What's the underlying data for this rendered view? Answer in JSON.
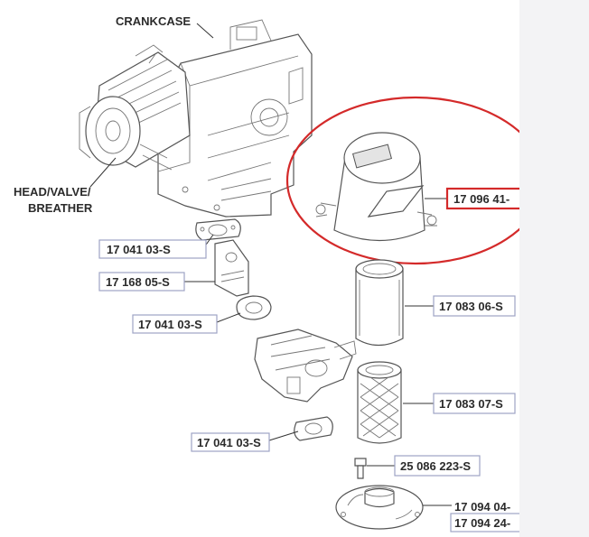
{
  "labels": {
    "crankcase": "CRANKCASE",
    "head_line1": "HEAD/VALVE/",
    "head_line2": "BREATHER"
  },
  "parts": [
    {
      "number": "17 041 03-S",
      "highlighted": false
    },
    {
      "number": "17 168 05-S",
      "highlighted": false
    },
    {
      "number": "17 041 03-S",
      "highlighted": false
    },
    {
      "number": "17 096 41-",
      "highlighted": true
    },
    {
      "number": "17 083 06-S",
      "highlighted": false
    },
    {
      "number": "17 083 07-S",
      "highlighted": false
    },
    {
      "number": "17 041 03-S",
      "highlighted": false
    },
    {
      "number": "25 086 223-S",
      "highlighted": false
    },
    {
      "number": "17 094 04-",
      "highlighted": false
    },
    {
      "number": "17 094 24-",
      "highlighted": false
    }
  ],
  "colors": {
    "highlight": "#d42a2a",
    "label_box": "#9ea3c4",
    "sidebar": "#f3f3f5"
  }
}
